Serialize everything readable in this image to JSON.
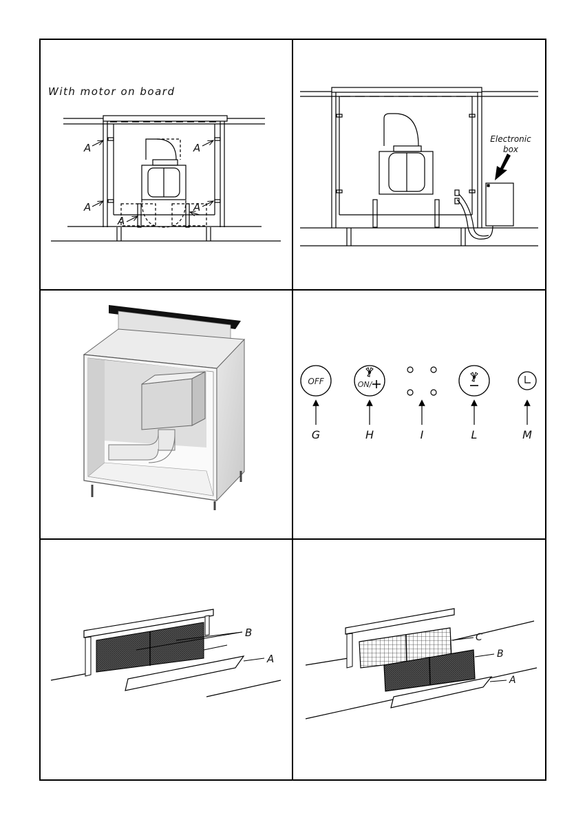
{
  "panels": {
    "motor": {
      "caption": "With motor on board",
      "arrow_label": "A"
    },
    "electronic": {
      "box_label_line1": "Electronic",
      "box_label_line2": "box"
    },
    "controls": {
      "buttons": [
        {
          "letter": "G",
          "text": "OFF",
          "icon": "off-button"
        },
        {
          "letter": "H",
          "text": "ON/",
          "icon": "fan-on-plus-button"
        },
        {
          "letter": "I",
          "text": "",
          "icon": "speed-indicator-leds"
        },
        {
          "letter": "L",
          "text": "",
          "icon": "fan-minus-button"
        },
        {
          "letter": "M",
          "text": "",
          "icon": "clock-icon"
        }
      ]
    },
    "filters_a": {
      "label_b": "B",
      "label_a": "A"
    },
    "filters_b": {
      "label_c": "C",
      "label_b": "B",
      "label_a": "A"
    }
  }
}
